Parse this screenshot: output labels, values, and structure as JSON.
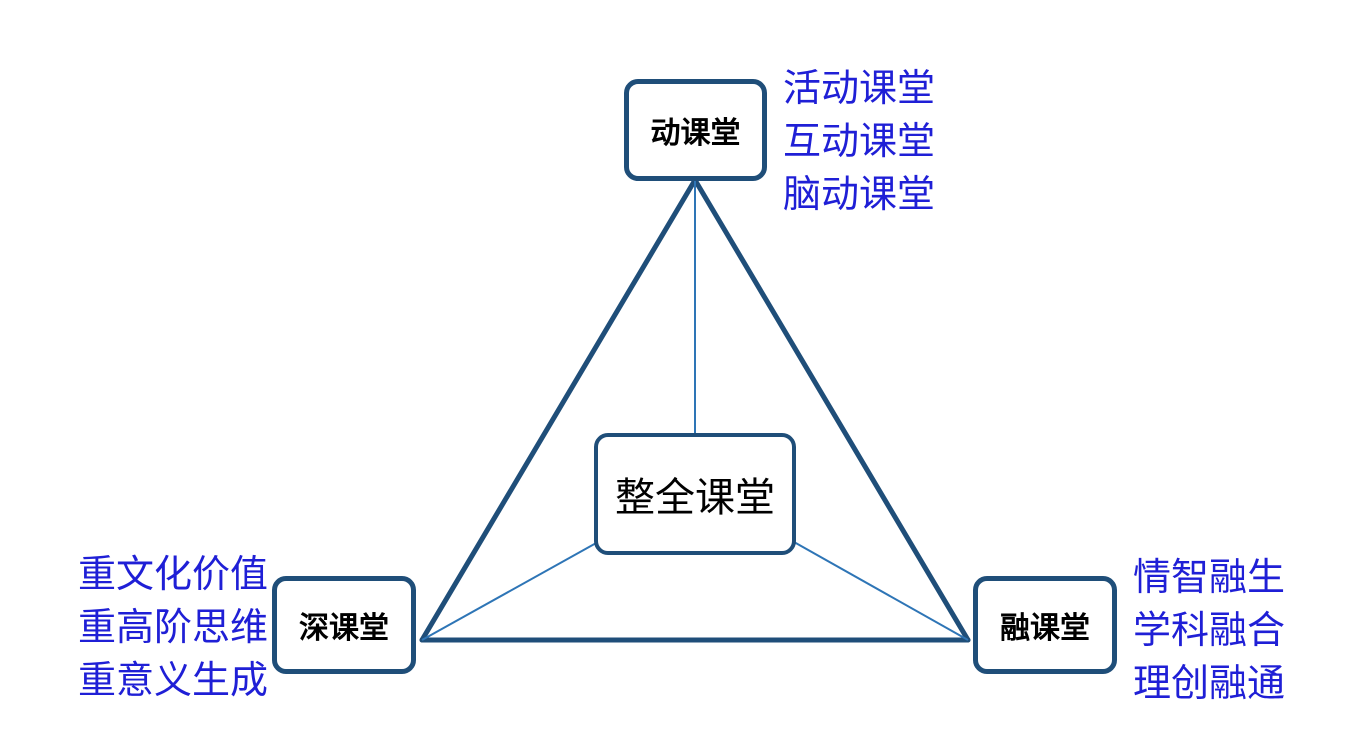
{
  "diagram": {
    "colors": {
      "line": "#1f4e79",
      "node_border": "#1f4e79",
      "note_text": "#1f1fd6"
    },
    "center": {
      "label": "整全课堂"
    },
    "nodes": {
      "top": {
        "label": "动课堂",
        "notes": [
          "活动课堂",
          "互动课堂",
          "脑动课堂"
        ]
      },
      "left": {
        "label": "深课堂",
        "notes": [
          "重文化价值",
          "重高阶思维",
          "重意义生成"
        ]
      },
      "right": {
        "label": "融课堂",
        "notes": [
          "情智融生",
          "学科融合",
          "理创融通"
        ]
      }
    }
  }
}
